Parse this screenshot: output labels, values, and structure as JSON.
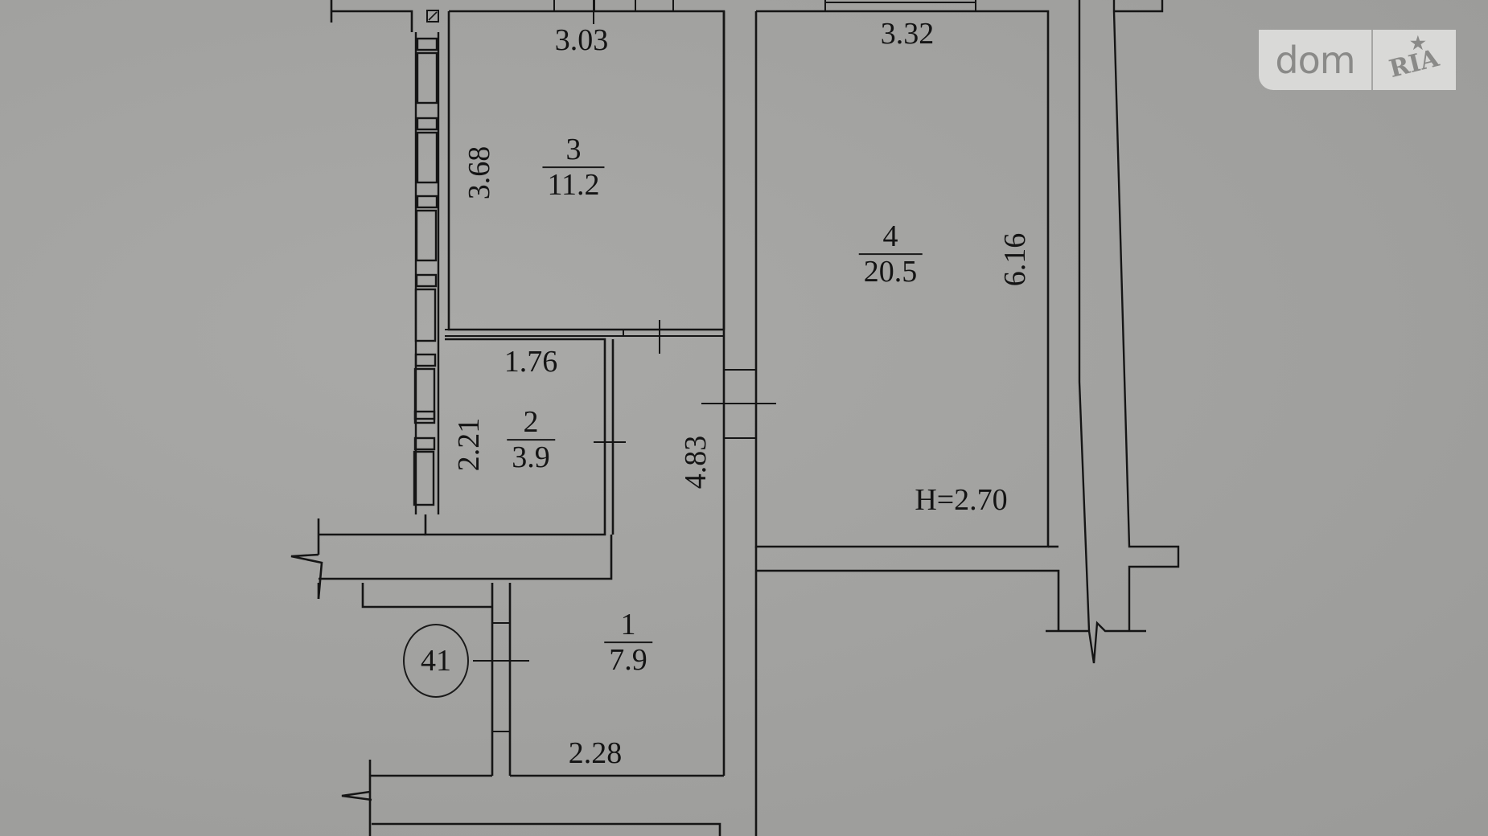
{
  "watermark": {
    "brand": "dom",
    "sub": "RIA",
    "star": "★"
  },
  "plan": {
    "ceiling_height": "H=2.70",
    "apartment_marker": "41",
    "rooms": [
      {
        "number": "1",
        "area": "7.9"
      },
      {
        "number": "2",
        "area": "3.9"
      },
      {
        "number": "3",
        "area": "11.2"
      },
      {
        "number": "4",
        "area": "20.5"
      }
    ],
    "dimensions": {
      "room3_width": "3.03",
      "room3_length": "3.68",
      "room4_width": "3.32",
      "room4_length": "6.16",
      "room2_width": "1.76",
      "room2_length": "2.21",
      "corridor_length": "4.83",
      "room1_width": "2.28"
    }
  },
  "colors": {
    "paper": "#a3a3a1",
    "ink": "#141414",
    "logo_bg": "#d9d9d7"
  }
}
